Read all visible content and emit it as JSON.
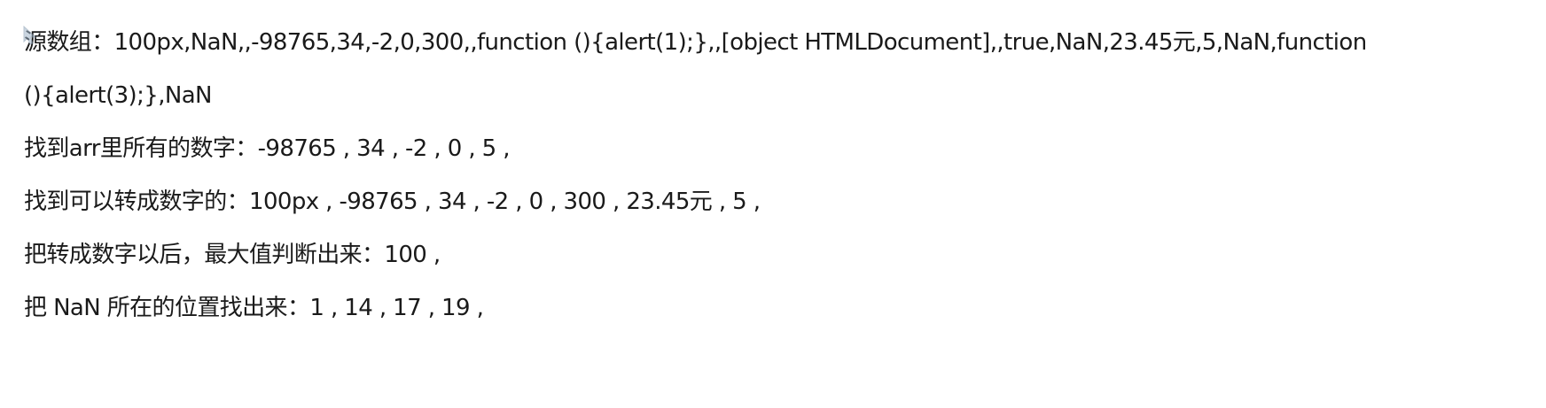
{
  "lines": {
    "source_array_line1": "源数组：100px,NaN,,-98765,34,-2,0,300,,function (){alert(1);},,[object HTMLDocument],,true,NaN,23.45元,5,NaN,function",
    "source_array_line2": "(){alert(3);},NaN",
    "all_numbers": "找到arr里所有的数字：-98765 , 34 , -2 , 0 , 5 ,",
    "convertible": "找到可以转成数字的：100px , -98765 , 34 , -2 , 0 , 300 , 23.45元 , 5 ,",
    "max_value": "把转成数字以后，最大值判断出来：100 ,",
    "nan_positions": "把 NaN 所在的位置找出来：1 , 14 , 17 , 19 ,"
  },
  "icons": {
    "cursor": "mouse-pointer-icon"
  }
}
